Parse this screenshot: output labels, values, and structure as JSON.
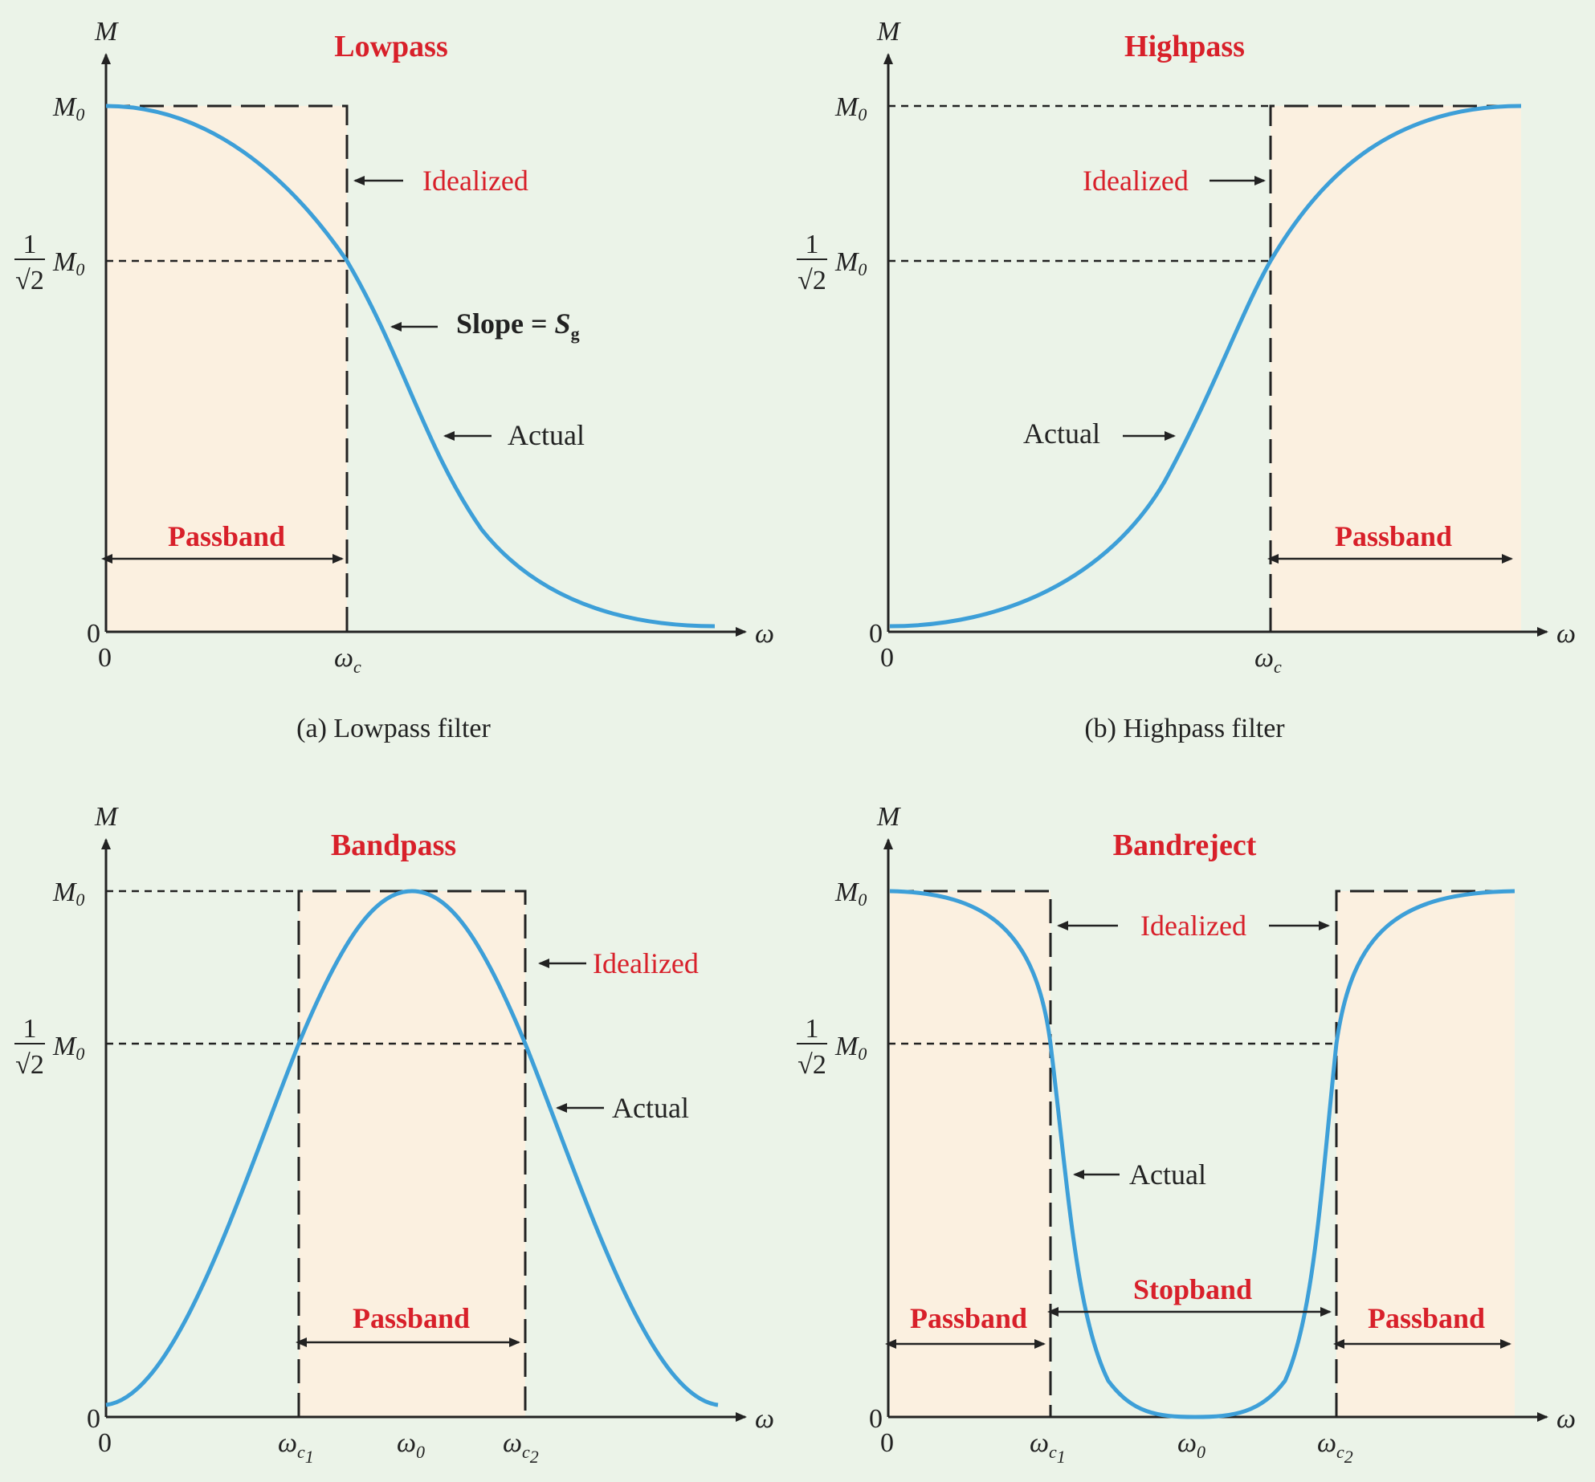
{
  "panels": {
    "lowpass": {
      "title": "Lowpass",
      "caption": "(a) Lowpass filter",
      "idealized": "Idealized",
      "actual": "Actual",
      "slope_label": "Slope = ",
      "slope_symbol": "S",
      "slope_sub": "g",
      "passband": "Passband"
    },
    "highpass": {
      "title": "Highpass",
      "caption": "(b) Highpass filter",
      "idealized": "Idealized",
      "actual": "Actual",
      "passband": "Passband"
    },
    "bandpass": {
      "title": "Bandpass",
      "idealized": "Idealized",
      "actual": "Actual",
      "passband": "Passband"
    },
    "bandreject": {
      "title": "Bandreject",
      "idealized": "Idealized",
      "actual": "Actual",
      "stopband": "Stopband",
      "passband_left": "Passband",
      "passband_right": "Passband"
    }
  },
  "axes": {
    "y_label": "M",
    "x_label": "ω",
    "m0": "M",
    "m0_sub": "0",
    "frac_num": "1",
    "frac_den": "√2",
    "zero": "0",
    "omega": "ω",
    "sub_c": "c",
    "sub_c1": "c",
    "sub_c1_index": "1",
    "sub_c2_index": "2",
    "sub_0": "0"
  },
  "colors": {
    "background": "#ebf3e8",
    "band_fill": "#fbf0e0",
    "curve": "#3d9fd8",
    "label_red": "#d8202a",
    "ink": "#222222"
  }
}
